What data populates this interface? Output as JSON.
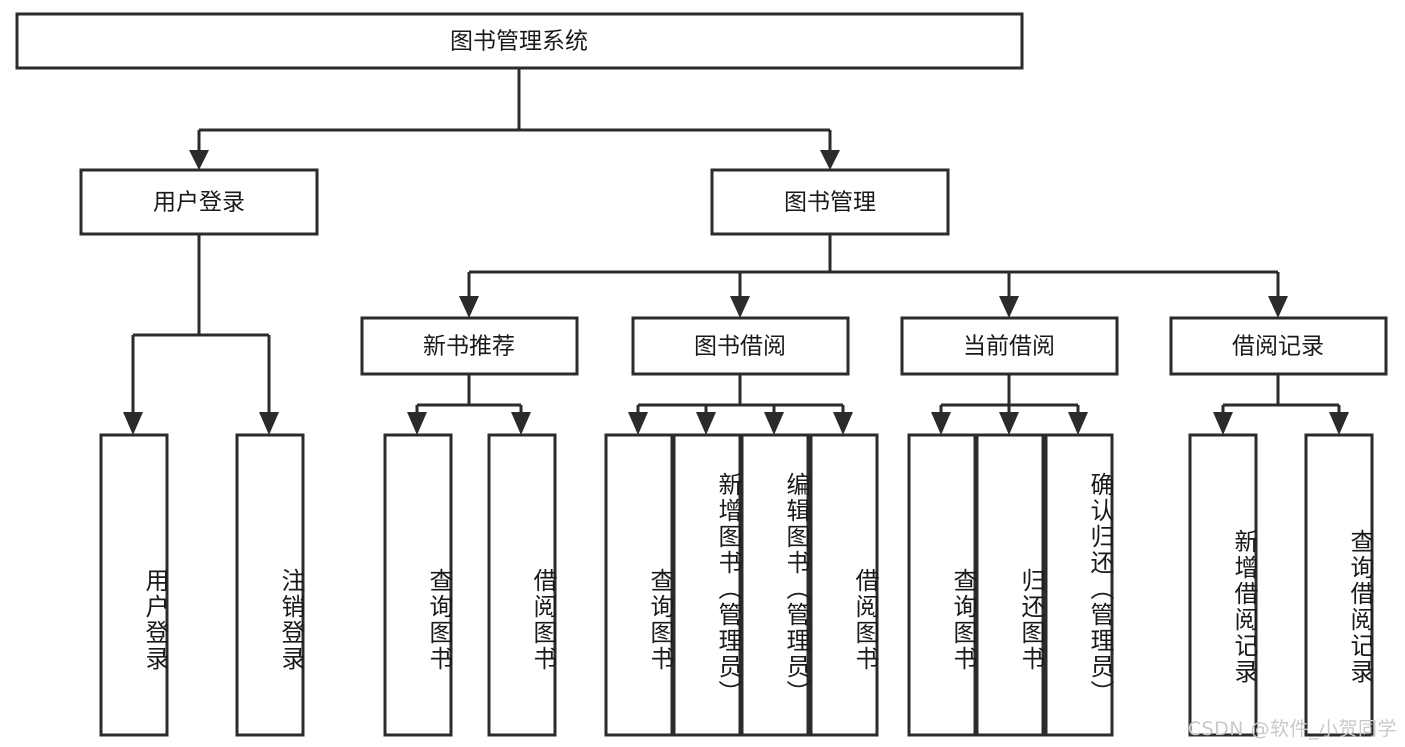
{
  "diagram": {
    "type": "tree-hierarchy-chart",
    "title_node": {
      "id": "root",
      "label": "图书管理系统",
      "orientation": "horizontal"
    },
    "level1": [
      {
        "id": "user-login",
        "label": "用户登录",
        "orientation": "horizontal"
      },
      {
        "id": "book-manage",
        "label": "图书管理",
        "orientation": "horizontal"
      }
    ],
    "level2": [
      {
        "id": "new-book-recommend",
        "label": "新书推荐",
        "orientation": "horizontal",
        "parent": "book-manage"
      },
      {
        "id": "book-borrow",
        "label": "图书借阅",
        "orientation": "horizontal",
        "parent": "book-manage"
      },
      {
        "id": "current-borrow",
        "label": "当前借阅",
        "orientation": "horizontal",
        "parent": "book-manage"
      },
      {
        "id": "borrow-record",
        "label": "借阅记录",
        "orientation": "horizontal",
        "parent": "book-manage"
      }
    ],
    "leaves": [
      {
        "id": "leaf-user-login",
        "label": "用户登录",
        "parent": "user-login",
        "orientation": "vertical"
      },
      {
        "id": "leaf-user-logout",
        "label": "注销登录",
        "parent": "user-login",
        "orientation": "vertical"
      },
      {
        "id": "leaf-query-book-1",
        "label": "查询图书",
        "parent": "new-book-recommend",
        "orientation": "vertical"
      },
      {
        "id": "leaf-borrow-book-1",
        "label": "借阅图书",
        "parent": "new-book-recommend",
        "orientation": "vertical"
      },
      {
        "id": "leaf-query-book-2",
        "label": "查询图书",
        "parent": "book-borrow",
        "orientation": "vertical"
      },
      {
        "id": "leaf-add-book",
        "label": "新增图书（管理员）",
        "parent": "book-borrow",
        "orientation": "vertical"
      },
      {
        "id": "leaf-edit-book",
        "label": "编辑图书（管理员）",
        "parent": "book-borrow",
        "orientation": "vertical"
      },
      {
        "id": "leaf-borrow-book-2",
        "label": "借阅图书",
        "parent": "book-borrow",
        "orientation": "vertical"
      },
      {
        "id": "leaf-query-book-3",
        "label": "查询图书",
        "parent": "current-borrow",
        "orientation": "vertical"
      },
      {
        "id": "leaf-return-book",
        "label": "归还图书",
        "parent": "current-borrow",
        "orientation": "vertical"
      },
      {
        "id": "leaf-confirm-return",
        "label": "确认归还（管理员）",
        "parent": "current-borrow",
        "orientation": "vertical"
      },
      {
        "id": "leaf-add-record",
        "label": "新增借阅记录",
        "parent": "borrow-record",
        "orientation": "vertical"
      },
      {
        "id": "leaf-query-record",
        "label": "查询借阅记录",
        "parent": "borrow-record",
        "orientation": "vertical"
      }
    ],
    "colors": {
      "background": "#ffffff",
      "box_fill": "#ffffff",
      "box_stroke": "#2b2b2b",
      "connector": "#2b2b2b",
      "text": "#1a1a1a",
      "watermark": "#c9c9c9"
    }
  },
  "watermark": {
    "text": "CSDN @软件_小贺同学"
  }
}
